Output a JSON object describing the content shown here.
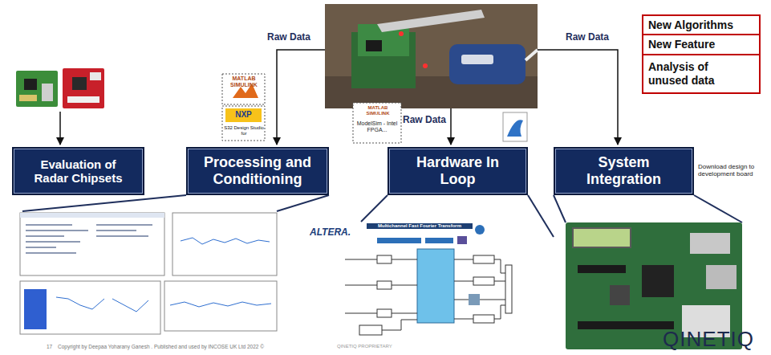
{
  "diagram": {
    "nodes": [
      {
        "text": [
          "Evaluation of Radar Chipsets"
        ]
      },
      {
        "text": [
          "Processing and Conditioning"
        ]
      },
      {
        "text": [
          "Hardware In Loop"
        ]
      },
      {
        "text": [
          "System Integration"
        ]
      },
      {
        "text": [
          "New Algorithms"
        ]
      },
      {
        "text": [
          "New Feature"
        ]
      },
      {
        "text": [
          "Analysis of unused data"
        ]
      }
    ],
    "labels": [
      "Raw Data",
      "Raw Data",
      "Raw Data",
      "MATLAB SIMULINK",
      "NXP",
      "S32 Design Studio for",
      "MATLAB SIMULINK",
      "ModelSim - Intel FPGA...",
      "Download design to development board",
      "ALTERA.",
      "Multichannel Fast Fourier Transform",
      "17",
      "Copyright by Deepaa Yoharany Ganesh . Published and used by INCOSE UK Ltd 2022 ©",
      "QINETIQ PROPRIETARY",
      "QINETIQ"
    ]
  }
}
